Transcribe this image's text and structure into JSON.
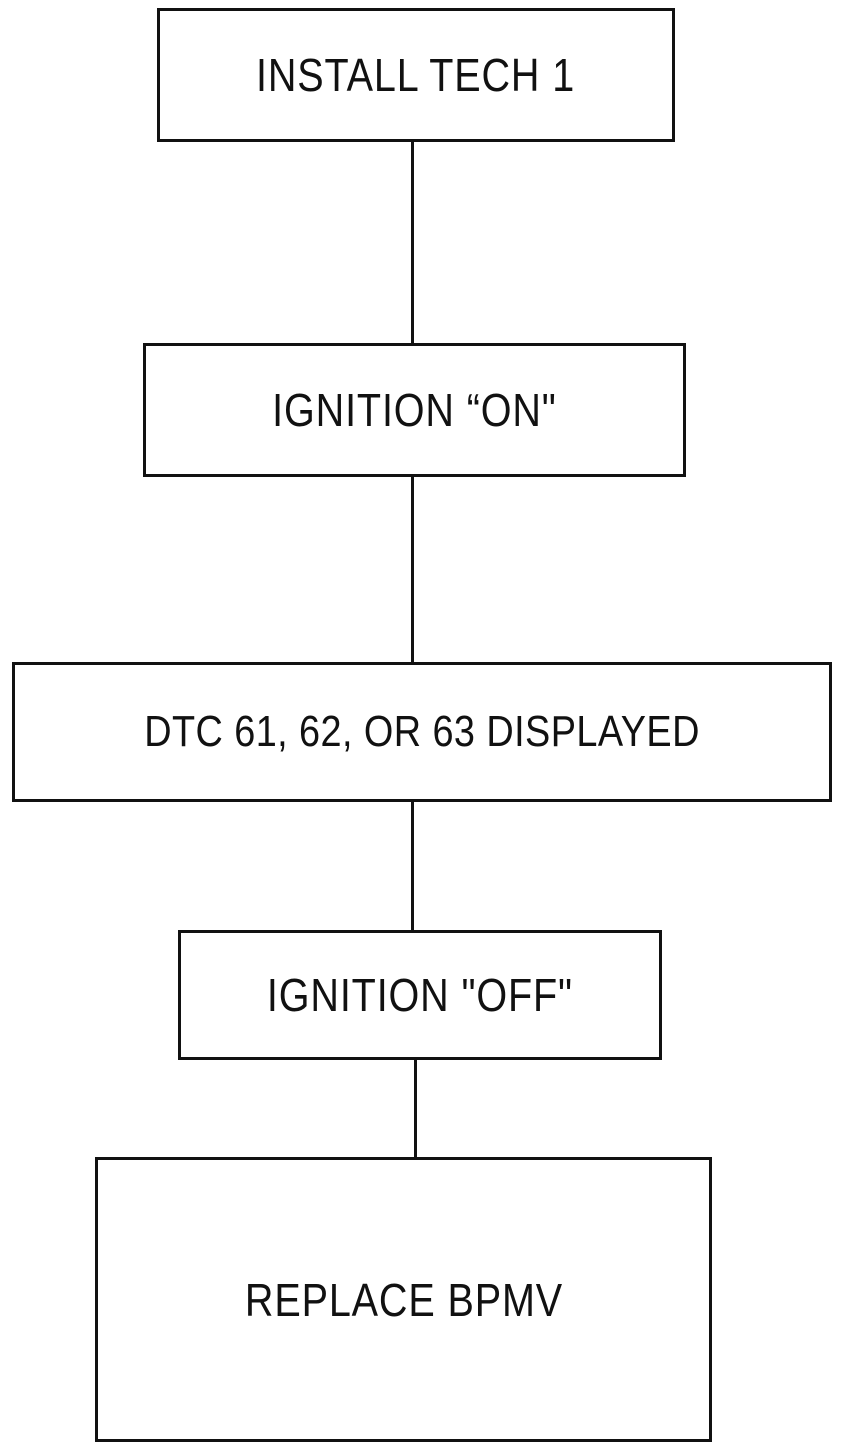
{
  "flowchart": {
    "steps": [
      {
        "label": "INSTALL TECH 1"
      },
      {
        "label": "IGNITION “ON\""
      },
      {
        "label": "DTC 61, 62, OR 63 DISPLAYED"
      },
      {
        "label": "IGNITION \"OFF\""
      },
      {
        "label": "REPLACE BPMV"
      }
    ],
    "line_color": "#111111",
    "background_color": "#ffffff"
  }
}
